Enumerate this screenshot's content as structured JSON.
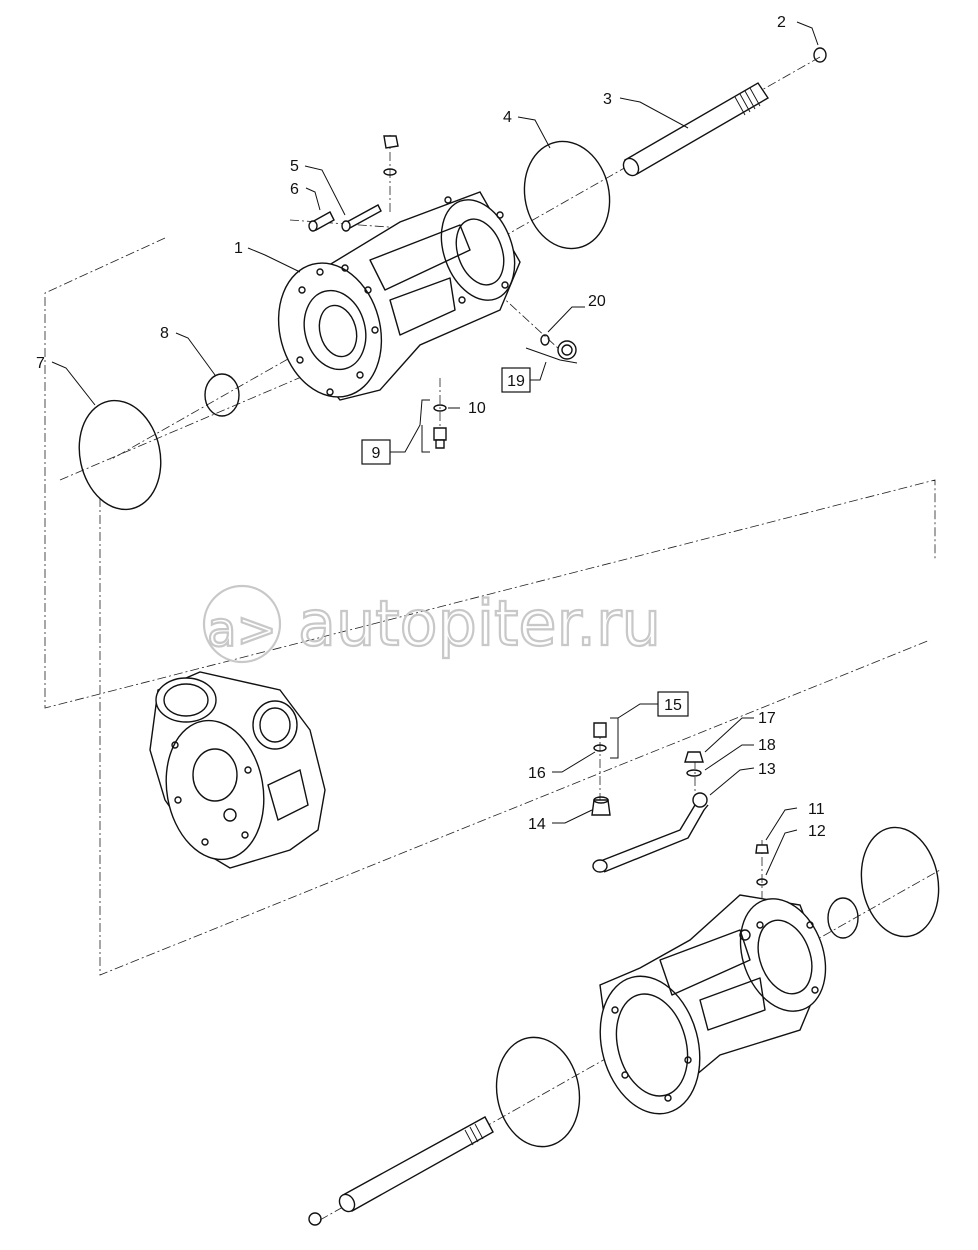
{
  "watermark": {
    "logo_text": "a>",
    "text": "autopiter.ru"
  },
  "callouts": {
    "n1": "1",
    "n2": "2",
    "n3": "3",
    "n4": "4",
    "n5": "5",
    "n6": "6",
    "n7": "7",
    "n8": "8",
    "n10": "10",
    "n11": "11",
    "n12": "12",
    "n13": "13",
    "n14": "14",
    "n16": "16",
    "n17": "17",
    "n18": "18",
    "n20": "20"
  },
  "boxed_callouts": {
    "b9": "9",
    "b15": "15",
    "b19": "19"
  }
}
